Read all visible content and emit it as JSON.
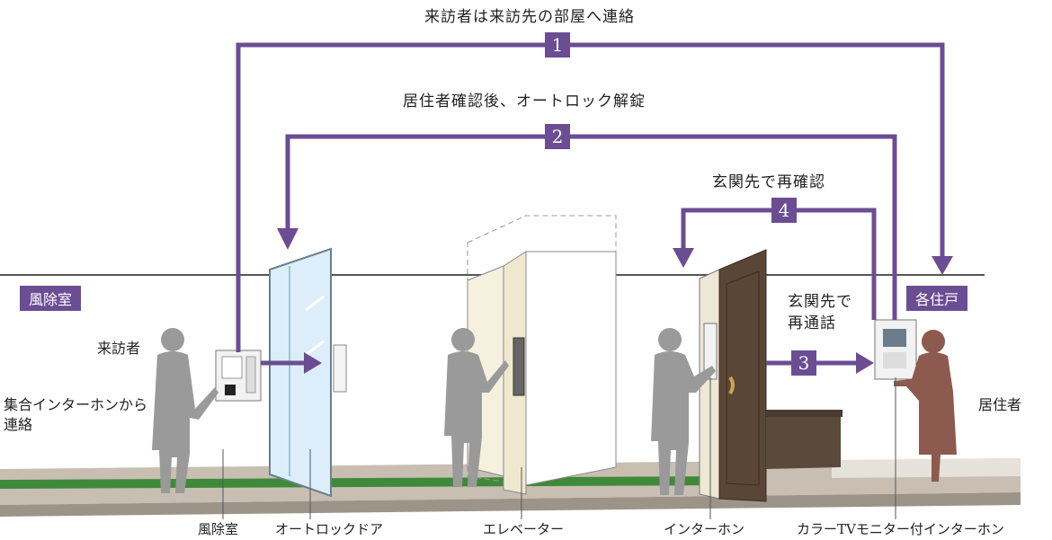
{
  "steps": [
    {
      "num": "1",
      "title": "来訪者は来訪先の部屋へ連絡"
    },
    {
      "num": "2",
      "title": "居住者確認後、オートロック解錠"
    },
    {
      "num": "3",
      "title": "玄関先で再通話",
      "title_line1": "玄関先で",
      "title_line2": "再通話"
    },
    {
      "num": "4",
      "title": "玄関先で再確認"
    }
  ],
  "zones": {
    "left": "風除室",
    "right": "各住戸"
  },
  "people": {
    "visitor": "来訪者",
    "resident": "居住者"
  },
  "side_note": {
    "line1": "集合インターホンから",
    "line2": "連絡"
  },
  "bottom_labels": [
    "風除室",
    "オートロックドア",
    "エレベーター",
    "インターホン",
    "カラーTVモニター付インターホン"
  ],
  "colors": {
    "accent": "#6b4d93",
    "floor_green": "#3f8a3a",
    "silhouette": "#9a9a9a",
    "resident": "#8c5a4e",
    "door": "#5a4636"
  }
}
